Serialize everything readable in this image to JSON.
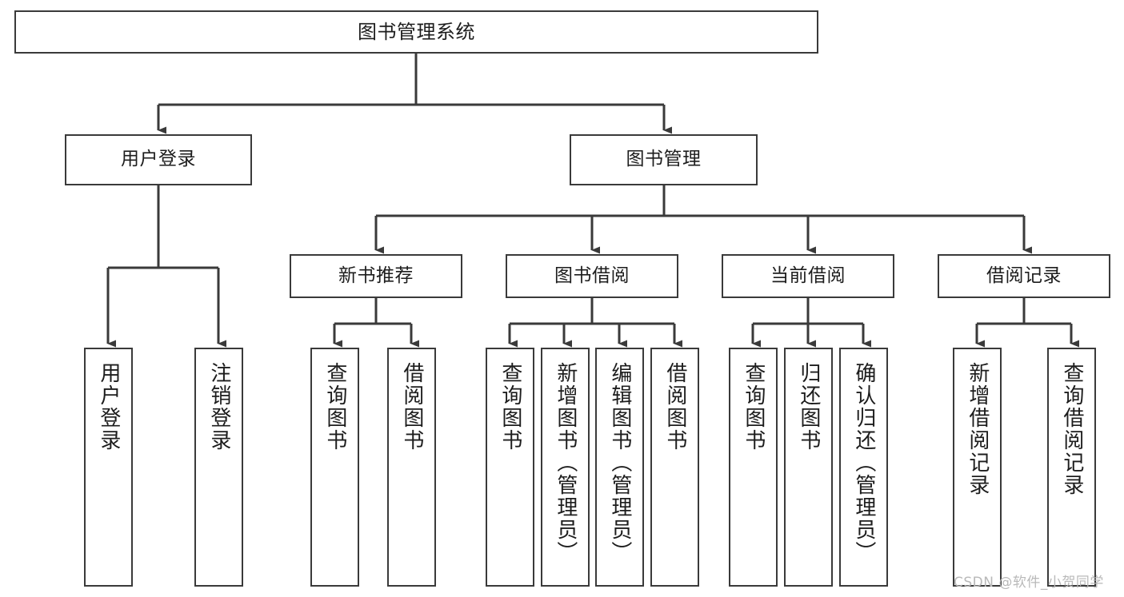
{
  "diagram": {
    "title": "图书管理系统",
    "root": {
      "label": "图书管理系统"
    },
    "level2": [
      {
        "label": "用户登录"
      },
      {
        "label": "图书管理"
      }
    ],
    "level3": [
      {
        "label": "新书推荐"
      },
      {
        "label": "图书借阅"
      },
      {
        "label": "当前借阅"
      },
      {
        "label": "借阅记录"
      }
    ],
    "leaves": {
      "user_login": [
        {
          "label": "用户登录"
        },
        {
          "label": "注销登录"
        }
      ],
      "new_book_recommend": [
        {
          "label": "查询图书"
        },
        {
          "label": "借阅图书"
        }
      ],
      "book_borrow": [
        {
          "label": "查询图书"
        },
        {
          "label": "新增图书（管理员）"
        },
        {
          "label": "编辑图书（管理员）"
        },
        {
          "label": "借阅图书"
        }
      ],
      "current_borrow": [
        {
          "label": "查询图书"
        },
        {
          "label": "归还图书"
        },
        {
          "label": "确认归还（管理员）"
        }
      ],
      "borrow_record": [
        {
          "label": "新增借阅记录"
        },
        {
          "label": "查询借阅记录"
        }
      ]
    },
    "watermark": "CSDN @软件_小贺同学",
    "colors": {
      "stroke": "#3a3a3a",
      "fill": "#ffffff",
      "text": "#1d1d1d",
      "watermark": "#b9b9b9"
    }
  }
}
